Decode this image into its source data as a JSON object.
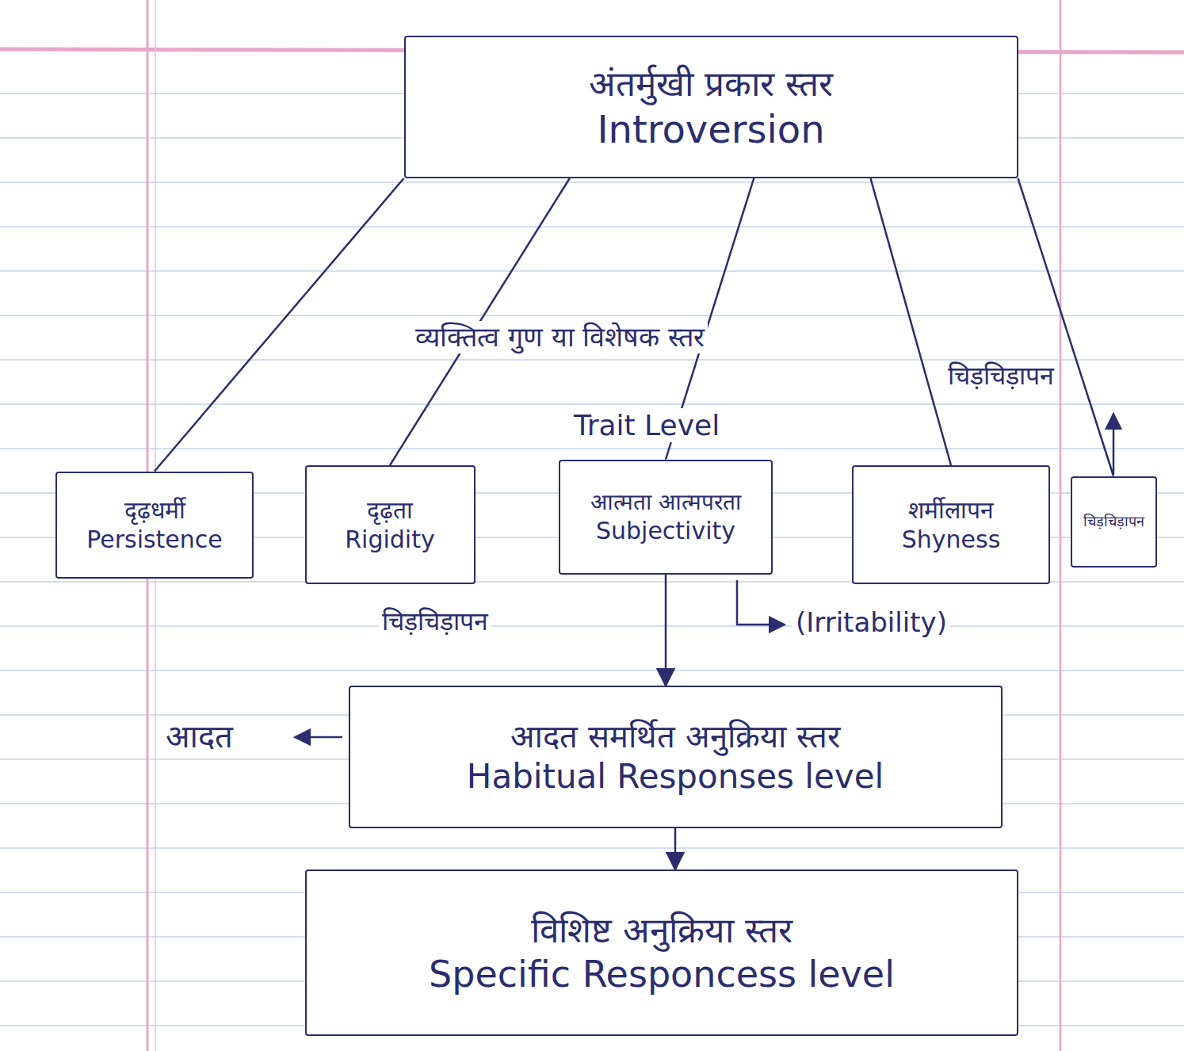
{
  "diagram": {
    "nodes": [
      {
        "text": [
          "अंतर्मुखी प्रकार स्तर",
          "Introversion"
        ]
      },
      {
        "text": [
          "दृढ़धर्मी",
          "Persistence"
        ]
      },
      {
        "text": [
          "दृढ़ता",
          "Rigidity"
        ]
      },
      {
        "text": [
          "आत्मता आत्मपरता",
          "Subjectivity"
        ]
      },
      {
        "text": [
          "शर्मीलापन",
          "Shyness"
        ]
      },
      {
        "text": [
          "चिड़चिड़ापन"
        ]
      },
      {
        "text": [
          "आदत समर्थित अनुक्रिया स्तर",
          "Habitual Responses level"
        ]
      },
      {
        "text": [
          "विशिष्ट अनुक्रिया स्तर",
          "Specific Responcess level"
        ]
      }
    ],
    "edges": [
      {
        "from": 0,
        "to": 1,
        "arrow": "none"
      },
      {
        "from": 0,
        "to": 2,
        "arrow": "none"
      },
      {
        "from": 0,
        "to": 3,
        "arrow": "none"
      },
      {
        "from": 0,
        "to": 4,
        "arrow": "none"
      },
      {
        "from": 0,
        "to": 5,
        "arrow": "none"
      },
      {
        "from": 3,
        "to": 6,
        "arrow": "to"
      },
      {
        "from": 6,
        "to": 7,
        "arrow": "to"
      }
    ],
    "labels": [
      "व्यक्तित्व गुण या विशेषक स्तर",
      "Trait Level",
      "चिड़चिड़ापन",
      "(Irritability)",
      "चिड़चिड़ापन",
      "आदत"
    ]
  }
}
